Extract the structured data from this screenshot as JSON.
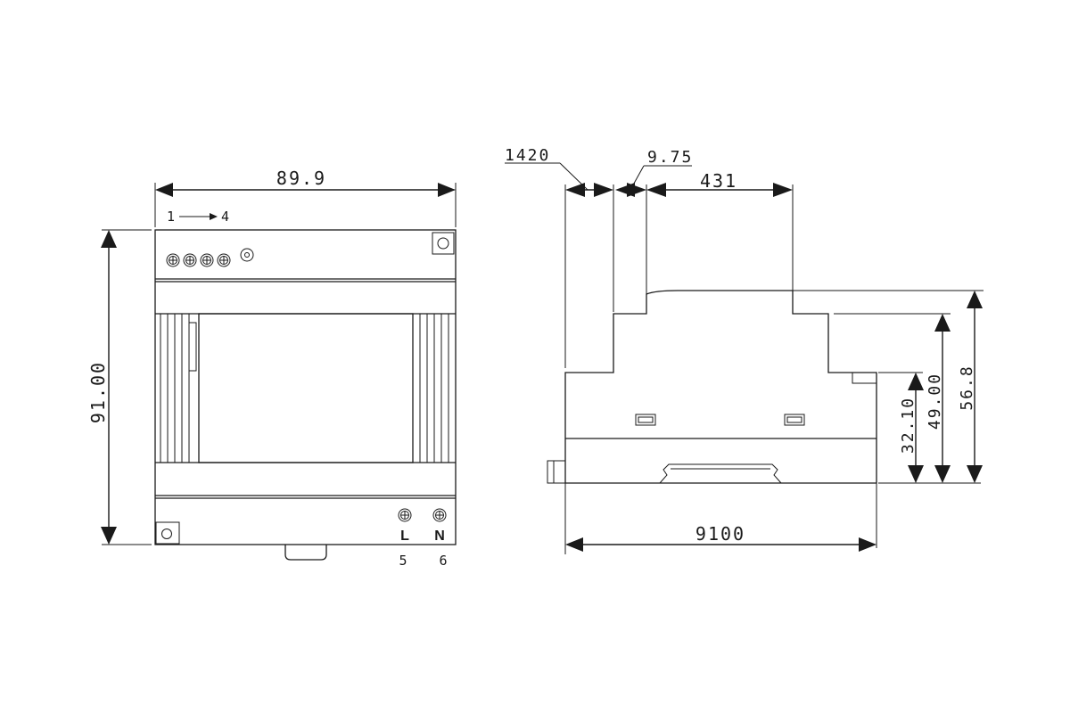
{
  "front_view": {
    "width_label": "89.9",
    "height_label": "91.00",
    "terminal_range_start": "1",
    "terminal_range_end": "4",
    "terminal_l_label": "L",
    "terminal_n_label": "N",
    "terminal_l_number": "5",
    "terminal_n_number": "6"
  },
  "side_view": {
    "dim_a_label": "1420",
    "dim_b_label": "9.75",
    "dim_c_label": "431",
    "dim_total_width_label": "9100",
    "dim_h1_label": "32.10",
    "dim_h2_label": "49.00",
    "dim_h3_label": "56.8"
  }
}
